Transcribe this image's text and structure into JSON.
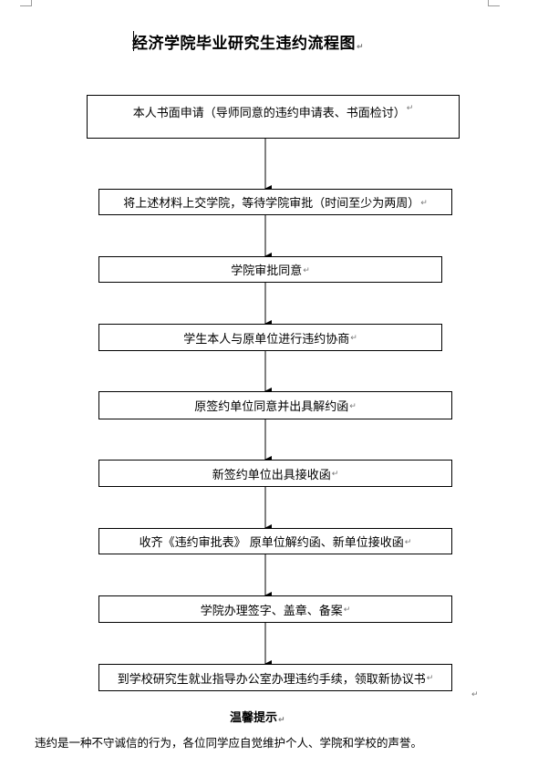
{
  "title": "经济学院毕业研究生违约流程图",
  "paragraph_mark": "↵",
  "steps": [
    {
      "text": "本人书面申请（导师同意的违约申请表、书面检讨）"
    },
    {
      "text": "将上述材料上交学院，等待学院审批（时间至少为两周）"
    },
    {
      "text": "学院审批同意"
    },
    {
      "text": "学生本人与原单位进行违约协商"
    },
    {
      "text": "原签约单位同意并出具解约函"
    },
    {
      "text": "新签约单位出具接收函"
    },
    {
      "text": "收齐《违约审批表》 原单位解约函、新单位接收函"
    },
    {
      "text": "学院办理签字、盖章、备案"
    },
    {
      "text": "到学校研究生就业指导办公室办理违约手续，领取新协议书"
    }
  ],
  "tips": {
    "title": "温馨提示",
    "text": "违约是一种不守诚信的行为，各位同学应自觉维护个人、学院和学校的声誉。"
  }
}
